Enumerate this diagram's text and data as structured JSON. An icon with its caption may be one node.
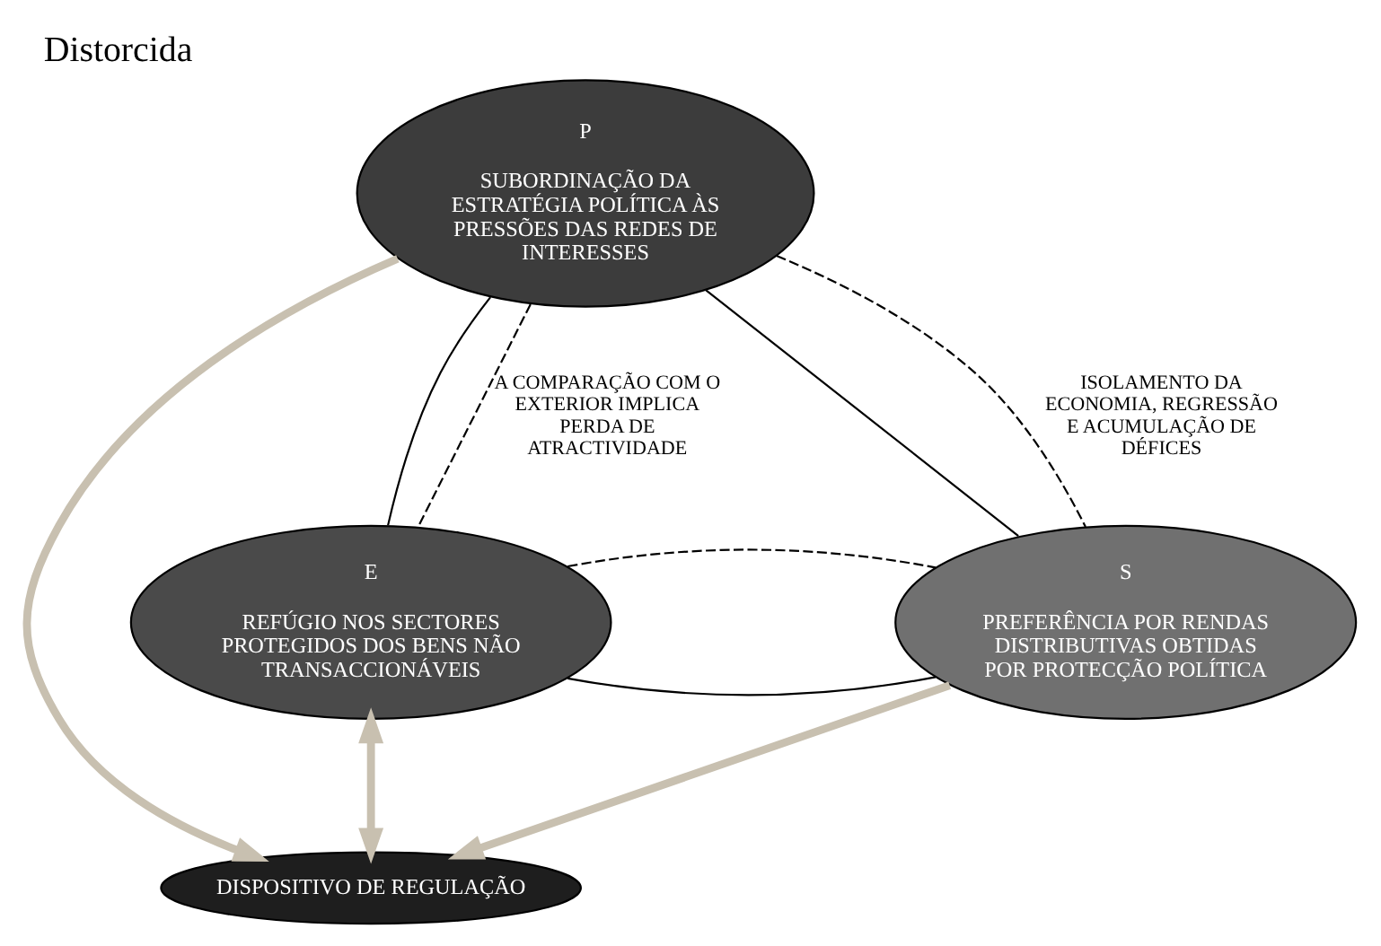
{
  "diagram": {
    "title": "Distorcida",
    "nodes": [
      {
        "text": [
          "P",
          "SUBORDINAÇÃO DA ESTRATÉGIA POLÍTICA ÀS PRESSÕES DAS REDES DE INTERESSES"
        ]
      },
      {
        "text": [
          "DISPOSITIVO DE REGULAÇÃO"
        ]
      },
      {
        "text": [
          "E",
          "REFÚGIO NOS SECTORES PROTEGIDOS DOS BENS NÃO TRANSACCIONÁVEIS"
        ]
      },
      {
        "text": [
          "S",
          "PREFERÊNCIA POR RENDAS DISTRIBUTIVAS OBTIDAS POR PROTECÇÃO POLÍTICA"
        ]
      }
    ],
    "edges": [
      {
        "from": 0,
        "to": 2,
        "arrow": "none"
      },
      {
        "from": 0,
        "to": 3,
        "arrow": "none"
      },
      {
        "from": 2,
        "to": 3,
        "arrow": "none"
      },
      {
        "from": 0,
        "to": 2,
        "arrow": "none",
        "style": "dashed",
        "label": "A COMPARAÇÃO COM O EXTERIOR IMPLICA PERDA DE ATRACTIVIDADE"
      },
      {
        "from": 0,
        "to": 3,
        "arrow": "none",
        "style": "dashed",
        "label": "ISOLAMENTO DA ECONOMIA, REGRESSÃO E ACUMULAÇÃO DE DÉFICES"
      },
      {
        "from": 2,
        "to": 3,
        "arrow": "none",
        "style": "dashed"
      },
      {
        "from": 0,
        "to": 1,
        "arrow": "to",
        "style": "thick",
        "color": "#c8c0b0"
      },
      {
        "from": 2,
        "to": 1,
        "arrow": "both",
        "style": "thick",
        "color": "#c8c0b0"
      },
      {
        "from": 3,
        "to": 1,
        "arrow": "to",
        "style": "thick",
        "color": "#c8c0b0"
      }
    ]
  }
}
